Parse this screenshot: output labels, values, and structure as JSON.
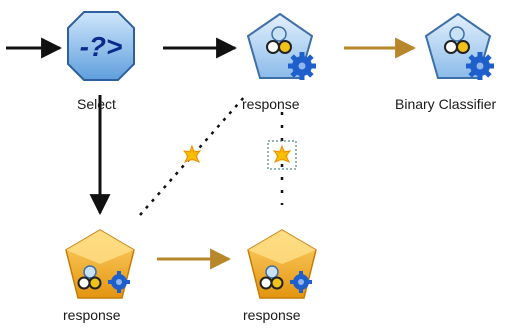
{
  "nodes": {
    "select": {
      "label": "Select",
      "glyph": "-?>"
    },
    "response_top": {
      "label": "response"
    },
    "binary_classifier": {
      "label": "Binary Classifier"
    },
    "response_bottom_left": {
      "label": "response"
    },
    "response_bottom_right": {
      "label": "response"
    }
  },
  "colors": {
    "flow_arrow": "#111111",
    "model_arrow": "#b8862b",
    "select_fill": "#7fb6e6",
    "model_fill": "#9cc6ee",
    "gear": "#1f5fcc",
    "nugget_fill": "#f2a81d",
    "star": "#f6c100"
  },
  "icons": [
    "select-node-icon",
    "model-node-icon",
    "gear-icon",
    "nugget-icon",
    "star-icon"
  ]
}
